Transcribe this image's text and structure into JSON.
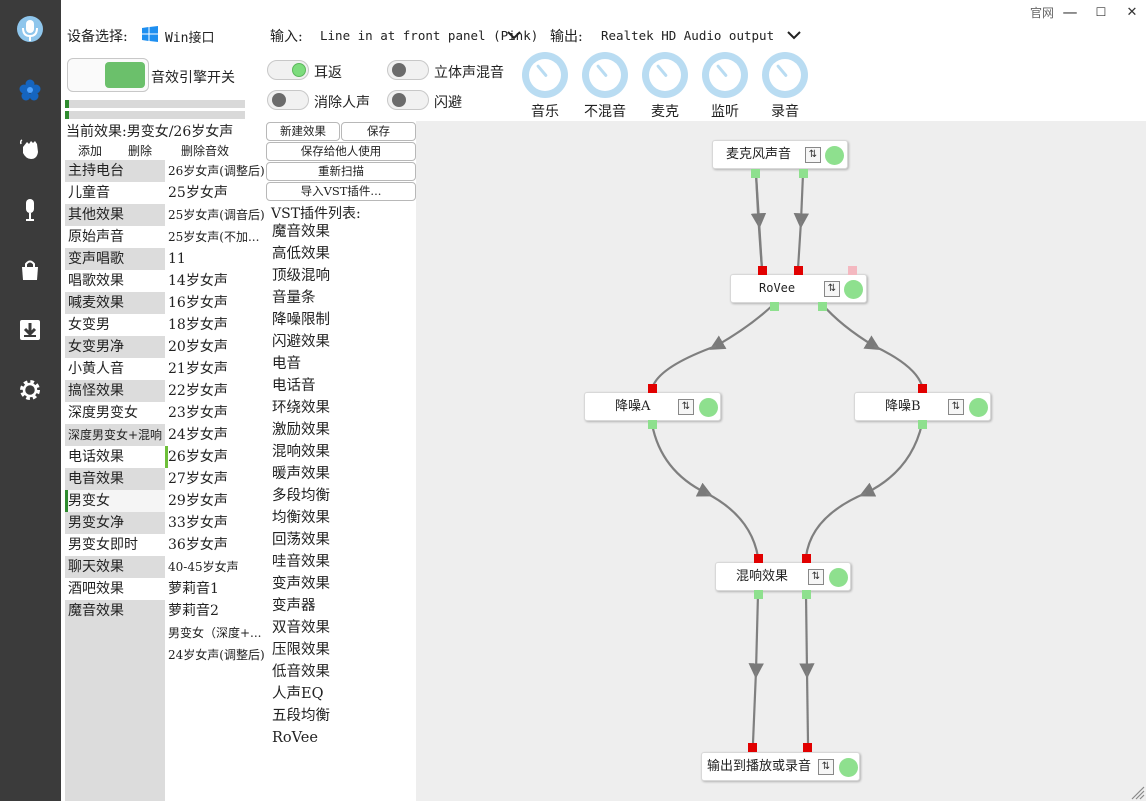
{
  "window": {
    "official_site": "官网",
    "minimize": "—",
    "maximize": "☐",
    "close": "✕"
  },
  "sidebar": {
    "items": [
      "mic-icon",
      "flower-icon",
      "hand-icon",
      "microphone-icon",
      "bag-icon",
      "download-icon",
      "settings-icon"
    ]
  },
  "device": {
    "label": "设备选择:",
    "value": "Win接口"
  },
  "io": {
    "input_label": "输入:",
    "input_value": "Line in at front panel (Pink)",
    "output_label": "输出:",
    "output_value": "Realtek HD Audio output"
  },
  "engine": {
    "label": "音效引擎开关"
  },
  "toggles": {
    "ear_return": "耳返",
    "stereo_mix": "立体声混音",
    "vocal_remove": "消除人声",
    "ducking": "闪避"
  },
  "dials": [
    "音乐",
    "不混音",
    "麦克",
    "监听",
    "录音"
  ],
  "current_effect": "当前效果:男变女/26岁女声",
  "actions": {
    "add": "添加",
    "delete": "删除",
    "delete_sound": "删除音效"
  },
  "effects_col_a": [
    "主持电台",
    "儿童音",
    "其他效果",
    "原始声音",
    "变声唱歌",
    "唱歌效果",
    "喊麦效果",
    "女变男",
    "女变男净",
    "小黄人音",
    "搞怪效果",
    "深度男变女",
    "深度男变女+混响",
    "电话效果",
    "电音效果",
    "男变女",
    "男变女净",
    "男变女即时",
    "聊天效果",
    "酒吧效果",
    "魔音效果"
  ],
  "effects_col_b": [
    "26岁女声(调整后)",
    "25岁女声",
    "25岁女声(调音后)",
    "25岁女声(不加...",
    "11",
    "14岁女声",
    "16岁女声",
    "18岁女声",
    "20岁女声",
    "21岁女声",
    "22岁女声",
    "23岁女声",
    "24岁女声",
    "26岁女声",
    "27岁女声",
    "29岁女声",
    "33岁女声",
    "36岁女声",
    "40-45岁女声",
    "萝莉音1",
    "萝莉音2",
    "男变女（深度+...",
    "24岁女声(调整后)"
  ],
  "mid_buttons": {
    "new_effect": "新建效果",
    "save": "保存",
    "save_for_others": "保存给他人使用",
    "rescan": "重新扫描",
    "import_vst": "导入VST插件..."
  },
  "vst": {
    "header": "VST插件列表:",
    "items": [
      "魔音效果",
      "高低效果",
      "顶级混响",
      "音量条",
      "降噪限制",
      "闪避效果",
      "电音",
      "电话音",
      "环绕效果",
      "激励效果",
      "混响效果",
      "暖声效果",
      "多段均衡",
      "均衡效果",
      "回荡效果",
      "哇音效果",
      "变声效果",
      "变声器",
      "双音效果",
      "压限效果",
      "低音效果",
      "人声EQ",
      "五段均衡",
      "RoVee"
    ]
  },
  "graph": {
    "nodes": {
      "mic": "麦克风声音",
      "rovee": "RoVee",
      "denoise_a": "降噪A",
      "denoise_b": "降噪B",
      "reverb": "混响效果",
      "output": "输出到播放或录音"
    },
    "settings_glyph": "⇅"
  },
  "colors": {
    "sidebar": "#3b3b3b",
    "accent_green": "#6bc06b",
    "port_in": "#e10000",
    "port_out": "#8ee08e",
    "dial": "#b9dcf2"
  }
}
